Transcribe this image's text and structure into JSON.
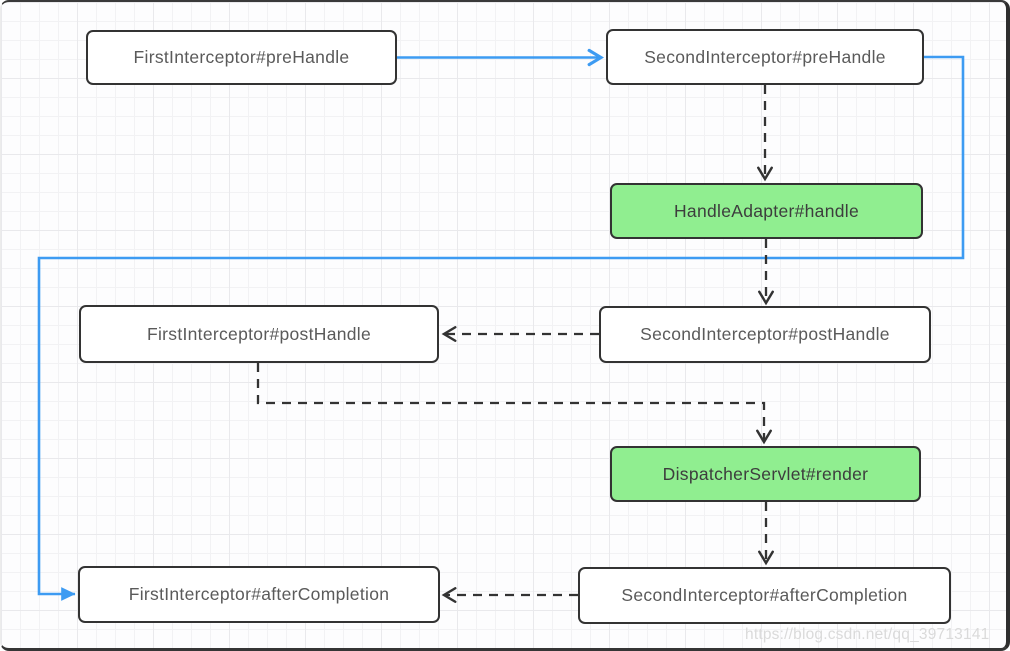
{
  "diagram": {
    "nodes": [
      {
        "id": "first-prehandle",
        "label": "FirstInterceptor#preHandle",
        "type": "default"
      },
      {
        "id": "second-prehandle",
        "label": "SecondInterceptor#preHandle",
        "type": "default"
      },
      {
        "id": "handle-adapter",
        "label": "HandleAdapter#handle",
        "type": "highlight"
      },
      {
        "id": "second-posthandle",
        "label": "SecondInterceptor#postHandle",
        "type": "default"
      },
      {
        "id": "first-posthandle",
        "label": "FirstInterceptor#postHandle",
        "type": "default"
      },
      {
        "id": "dispatcher-render",
        "label": "DispatcherServlet#render",
        "type": "highlight"
      },
      {
        "id": "second-aftercompletion",
        "label": "SecondInterceptor#afterCompletion",
        "type": "default"
      },
      {
        "id": "first-aftercompletion",
        "label": "FirstInterceptor#afterCompletion",
        "type": "default"
      }
    ],
    "edges": [
      {
        "from": "first-prehandle",
        "to": "second-prehandle",
        "style": "solid-blue-open-arrow"
      },
      {
        "from": "second-prehandle",
        "to": "handle-adapter",
        "style": "dashed-dark"
      },
      {
        "from": "handle-adapter",
        "to": "second-posthandle",
        "style": "dashed-dark"
      },
      {
        "from": "second-posthandle",
        "to": "first-posthandle",
        "style": "dashed-dark"
      },
      {
        "from": "first-posthandle",
        "to": "dispatcher-render",
        "style": "dashed-dark"
      },
      {
        "from": "dispatcher-render",
        "to": "second-aftercompletion",
        "style": "dashed-dark"
      },
      {
        "from": "second-aftercompletion",
        "to": "first-aftercompletion",
        "style": "dashed-dark"
      },
      {
        "from": "second-prehandle",
        "to": "first-aftercompletion",
        "style": "solid-blue-filled-arrow"
      }
    ],
    "colors": {
      "flow_blue": "#3D9BF2",
      "connector_dark": "#333333",
      "highlight_green": "#90EE90",
      "node_border": "#333333",
      "node_text": "#5A5A5A",
      "grid_line": "#E9E9EC",
      "watermark_gray": "#DADADA"
    },
    "watermark": "https://blog.csdn.net/qq_39713141"
  }
}
